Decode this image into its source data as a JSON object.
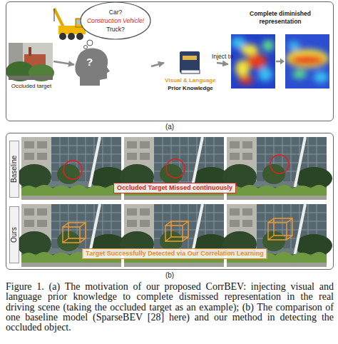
{
  "diagram": {
    "caption": "Figure 1. (a) The motivation of our proposed CorrBEV: injecting visual and language prior knowledge to complete dismissed representation in the real driving scene (taking the occluded target as an example); (b) The comparison of one baseline model (SparseBEV [28] here) and our method in detecting the occluded object.",
    "nodes": [
      {
        "text": [
          "(a)"
        ]
      },
      {
        "text": [
          "Occluded target"
        ],
        "in": 0
      },
      {
        "text": [
          "Car?",
          "Construction Vehicle!",
          "Truck?"
        ],
        "in": 0
      },
      {
        "text": [
          "Visual & Language",
          "Prior Knowledge"
        ],
        "in": 0
      },
      {
        "text": [
          "Complete diminished representation"
        ],
        "in": 0
      },
      {
        "text": [
          "(b)"
        ]
      },
      {
        "text": [
          "Baseline",
          "Occluded Target Missed continuously"
        ],
        "in": 5
      },
      {
        "text": [
          "Ours",
          "Target Successfully Detected via Our Correlation Learning"
        ],
        "in": 5
      }
    ],
    "edges": [
      {
        "from": 1,
        "to": 2,
        "arrow": "to"
      },
      {
        "from": 2,
        "to": 3,
        "arrow": "to"
      },
      {
        "from": 3,
        "to": 4,
        "label": "Inject to",
        "arrow": "to"
      }
    ],
    "labels": [
      "?"
    ]
  }
}
